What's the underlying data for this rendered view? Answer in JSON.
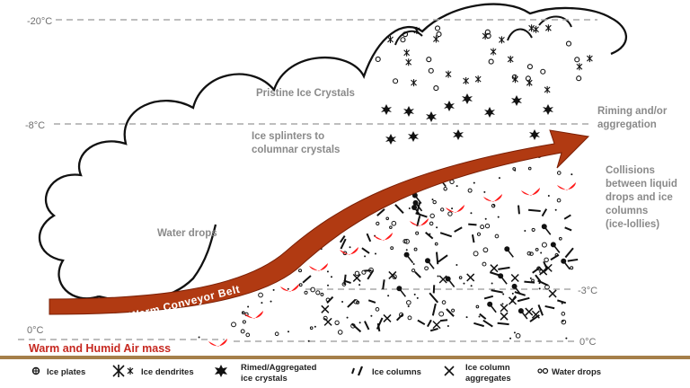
{
  "temperatures": {
    "t_minus20": "-20°C",
    "t_minus8": "-8°C",
    "t_minus3": "-3°C",
    "t_zero_left": "0°C",
    "t_zero_right": "0°C"
  },
  "labels": {
    "pristine": "Pristine Ice Crystals",
    "splinters_line1": "Ice splinters to",
    "splinters_line2": "columnar crystals",
    "water_drops": "Water drops",
    "riming_line1": "Riming and/or",
    "riming_line2": "aggregation",
    "collisions_line1": "Collisions",
    "collisions_line2": "between liquid",
    "collisions_line3": "drops and ice",
    "collisions_line4": "columns",
    "collisions_line5": "(ice-lollies)",
    "conveyor": "Warm Conveyor Belt",
    "air_mass": "Warm and Humid Air mass"
  },
  "legend": {
    "ice_plates": "Ice plates",
    "ice_dendrites": "Ice dendrites",
    "rimed_line1": "Rimed/Aggregated",
    "rimed_line2": "ice crystals",
    "ice_columns": "Ice columns",
    "aggregates_line1": "Ice column",
    "aggregates_line2": "aggregates",
    "water_drops": "Water drops"
  },
  "colors": {
    "conveyor_fill": "#b13a12",
    "air_mass_text": "#c62820",
    "lolly_red": "#ff1a1a",
    "ground": "#a57f4a",
    "dashed_line": "#a8a8a8"
  }
}
